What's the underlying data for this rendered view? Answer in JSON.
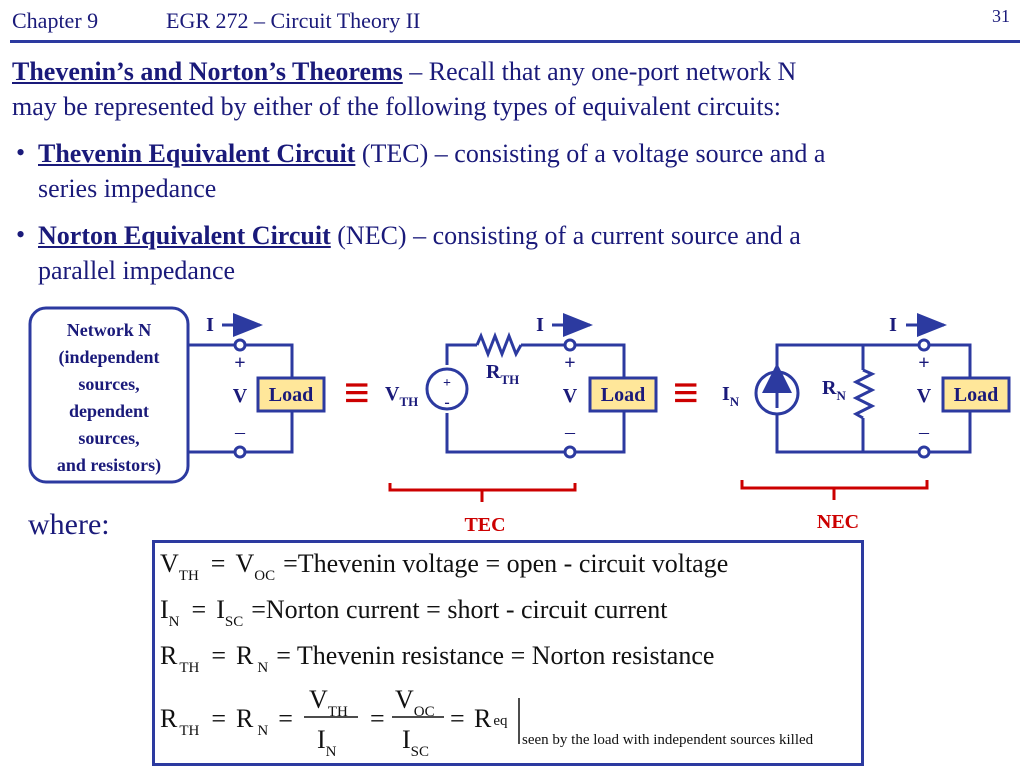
{
  "header": {
    "chapter": "Chapter 9",
    "course": "EGR 272 – Circuit Theory II",
    "page_number": "31"
  },
  "intro": {
    "title": "Thevenin’s and Norton’s Theorems",
    "text_line1": " – Recall that any one-port network N",
    "text_line2": "may be represented by either of the following types of equivalent circuits:"
  },
  "bullets": [
    {
      "marker": "•",
      "term": "Thevenin Equivalent Circuit",
      "rest": " (TEC) – consisting of a voltage source and a",
      "line2": "series impedance"
    },
    {
      "marker": "•",
      "term": "Norton Equivalent Circuit",
      "rest": " (NEC) – consisting of a current source and a",
      "line2": "parallel impedance"
    }
  ],
  "diagram": {
    "network_box": [
      "Network N",
      "(independent",
      "sources,",
      "dependent",
      "sources,",
      "and resistors)"
    ],
    "current_label": "I",
    "plus": "+",
    "minus": "–",
    "v_label": "V",
    "load": "Load",
    "equiv": "≡",
    "vth_base": "V",
    "vth_sub": "TH",
    "src_plus": "+",
    "src_minus": "-",
    "rth_base": "R",
    "rth_sub": "TH",
    "in_base": "I",
    "in_sub": "N",
    "rn_base": "R",
    "rn_sub": "N",
    "tec_label": "TEC",
    "nec_label": "NEC"
  },
  "where_label": "where:",
  "equations": {
    "eq1": {
      "a": "V",
      "a_sub": "TH",
      "eq": "=",
      "b": "V",
      "b_sub": "OC",
      "text": "=Thevenin voltage = open - circuit voltage"
    },
    "eq2": {
      "a": "I",
      "a_sub": "N",
      "eq": "=",
      "b": "I",
      "b_sub": "SC",
      "text": "=Norton current = short - circuit current"
    },
    "eq3": {
      "a": "R",
      "a_sub": "TH",
      "eq": "=",
      "b": "R",
      "b_sub": "N",
      "text": "= Thevenin resistance = Norton resistance"
    },
    "eq4": {
      "a": "R",
      "a_sub": "TH",
      "b": "R",
      "b_sub": "N",
      "f1_num": "V",
      "f1_num_sub": "TH",
      "f1_den": "I",
      "f1_den_sub": "N",
      "f2_num": "V",
      "f2_num_sub": "OC",
      "f2_den": "I",
      "f2_den_sub": "SC",
      "r": "R",
      "r_sub": "eq",
      "condition": "seen by the load with independent sources killed"
    }
  },
  "colors": {
    "text": "#1a1a7a",
    "wire": "#2c3aa0",
    "accent": "#cc0000",
    "load_fill": "#ffe79a"
  }
}
